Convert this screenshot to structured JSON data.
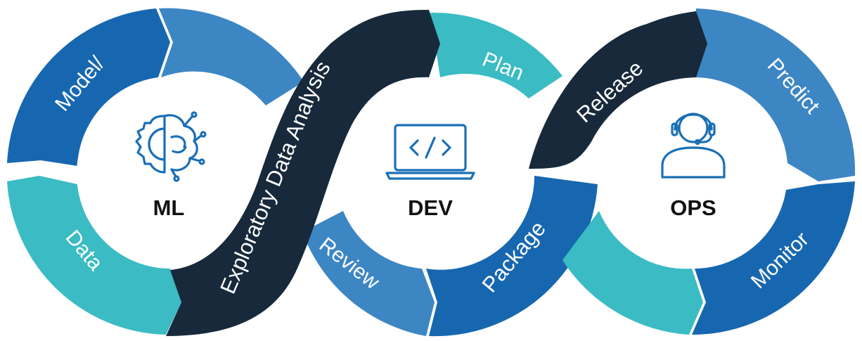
{
  "colors": {
    "dark_navy": "#17293a",
    "deep_blue": "#1767b0",
    "mid_blue": "#3d86c4",
    "teal": "#3bbbc4",
    "icon_blue": "#1a6fb5",
    "center_fill": "#ffffff"
  },
  "circles": {
    "ml": {
      "title": "ML",
      "icon": "brain-gear-icon",
      "segments": {
        "model": "Model/",
        "data": "Data"
      }
    },
    "dev": {
      "title": "DEV",
      "icon": "laptop-code-icon",
      "segments": {
        "plan": "Plan",
        "review": "Review",
        "package": "Package"
      }
    },
    "ops": {
      "title": "OPS",
      "icon": "support-agent-icon",
      "segments": {
        "release": "Release",
        "predict": "Predict",
        "monitor": "Monitor"
      }
    }
  },
  "band": {
    "eda_label": "Exploratory Data Analysis"
  }
}
